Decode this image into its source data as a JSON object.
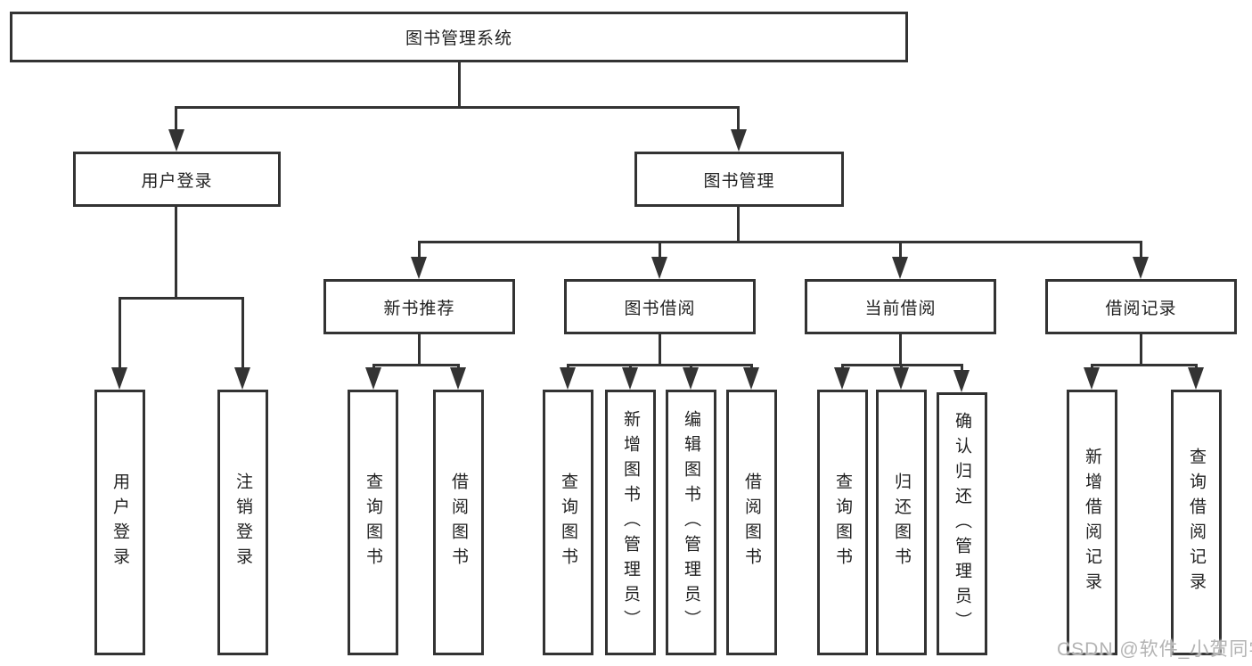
{
  "tree": {
    "label": "图书管理系统",
    "children": [
      {
        "label": "用户登录",
        "children": [
          {
            "label": "用户登录"
          },
          {
            "label": "注销登录"
          }
        ]
      },
      {
        "label": "图书管理",
        "children": [
          {
            "label": "新书推荐",
            "children": [
              {
                "label": "查询图书"
              },
              {
                "label": "借阅图书"
              }
            ]
          },
          {
            "label": "图书借阅",
            "children": [
              {
                "label": "查询图书"
              },
              {
                "label": "新增图书（管理员）"
              },
              {
                "label": "编辑图书（管理员）"
              },
              {
                "label": "借阅图书"
              }
            ]
          },
          {
            "label": "当前借阅",
            "children": [
              {
                "label": "查询图书"
              },
              {
                "label": "归还图书"
              },
              {
                "label": "确认归还（管理员）"
              }
            ]
          },
          {
            "label": "借阅记录",
            "children": [
              {
                "label": "新增借阅记录"
              },
              {
                "label": "查询借阅记录"
              }
            ]
          }
        ]
      }
    ]
  },
  "watermark": {
    "text": "CSDN @软件_小贺同学"
  },
  "colors": {
    "line": "#333333",
    "text": "#222222",
    "background": "#ffffff",
    "watermark": "#b3b3b3"
  }
}
